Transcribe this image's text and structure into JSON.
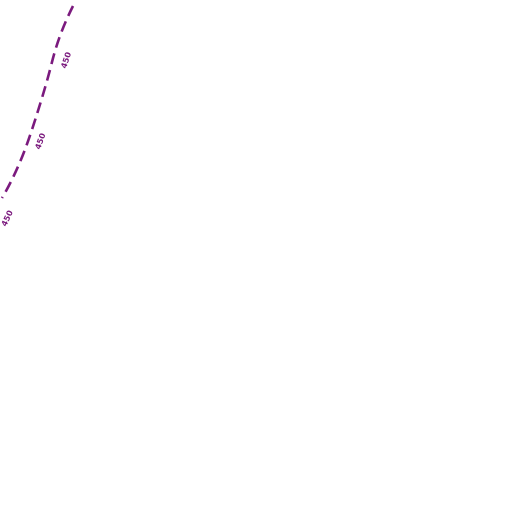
{
  "map": {
    "contour": {
      "color": "#7b1a7e",
      "style": "dashed",
      "labels": [
        "450",
        "450",
        "450"
      ]
    }
  }
}
